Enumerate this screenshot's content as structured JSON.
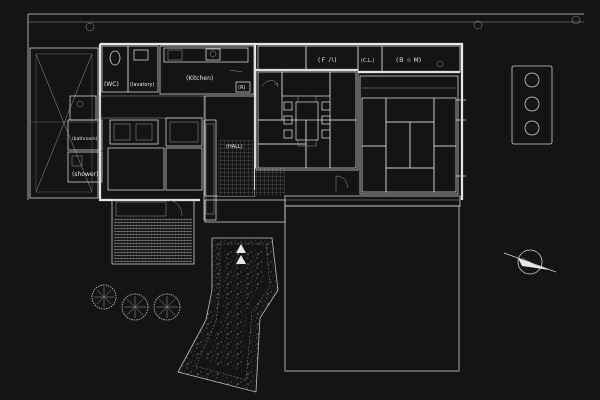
{
  "rooms": {
    "wc": "(WC)",
    "lavatory": "(lavatory)",
    "kitchen": "(Kitchen)",
    "r": "(R)",
    "japanese_room_1": "(Ｆ 八)",
    "closet": "(C.L.)",
    "japanese_room_2": "(Ｂ ☆ M)",
    "hall": "(HALL)",
    "bathroom": "(bathroom)",
    "shower": "(shower)"
  },
  "colors": {
    "background": "#141414",
    "line": "#e8e8e8"
  },
  "icons": {
    "north_arrow": "north-arrow-icon",
    "tree": "tree-icon",
    "cooktop": "cooktop-icon"
  }
}
